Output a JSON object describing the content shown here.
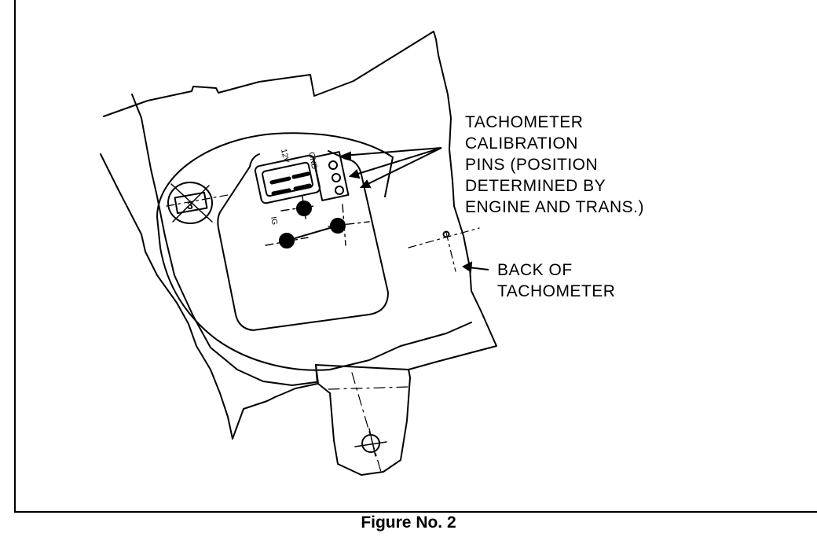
{
  "callouts": {
    "calibration_pins": {
      "lines": [
        "TACHOMETER",
        "CALIBRATION",
        "PINS  (POSITION",
        "DETERMINED  BY",
        "ENGINE AND TRANS.)"
      ]
    },
    "back_of_tachometer": {
      "lines": [
        "BACK  OF",
        "TACHOMETER"
      ]
    }
  },
  "drawing_marks": {
    "connector_marks": "12V",
    "connector_marks_2": "GND",
    "terminal_mark": "IG",
    "gauge_number": "3"
  },
  "caption": "Figure No. 2"
}
